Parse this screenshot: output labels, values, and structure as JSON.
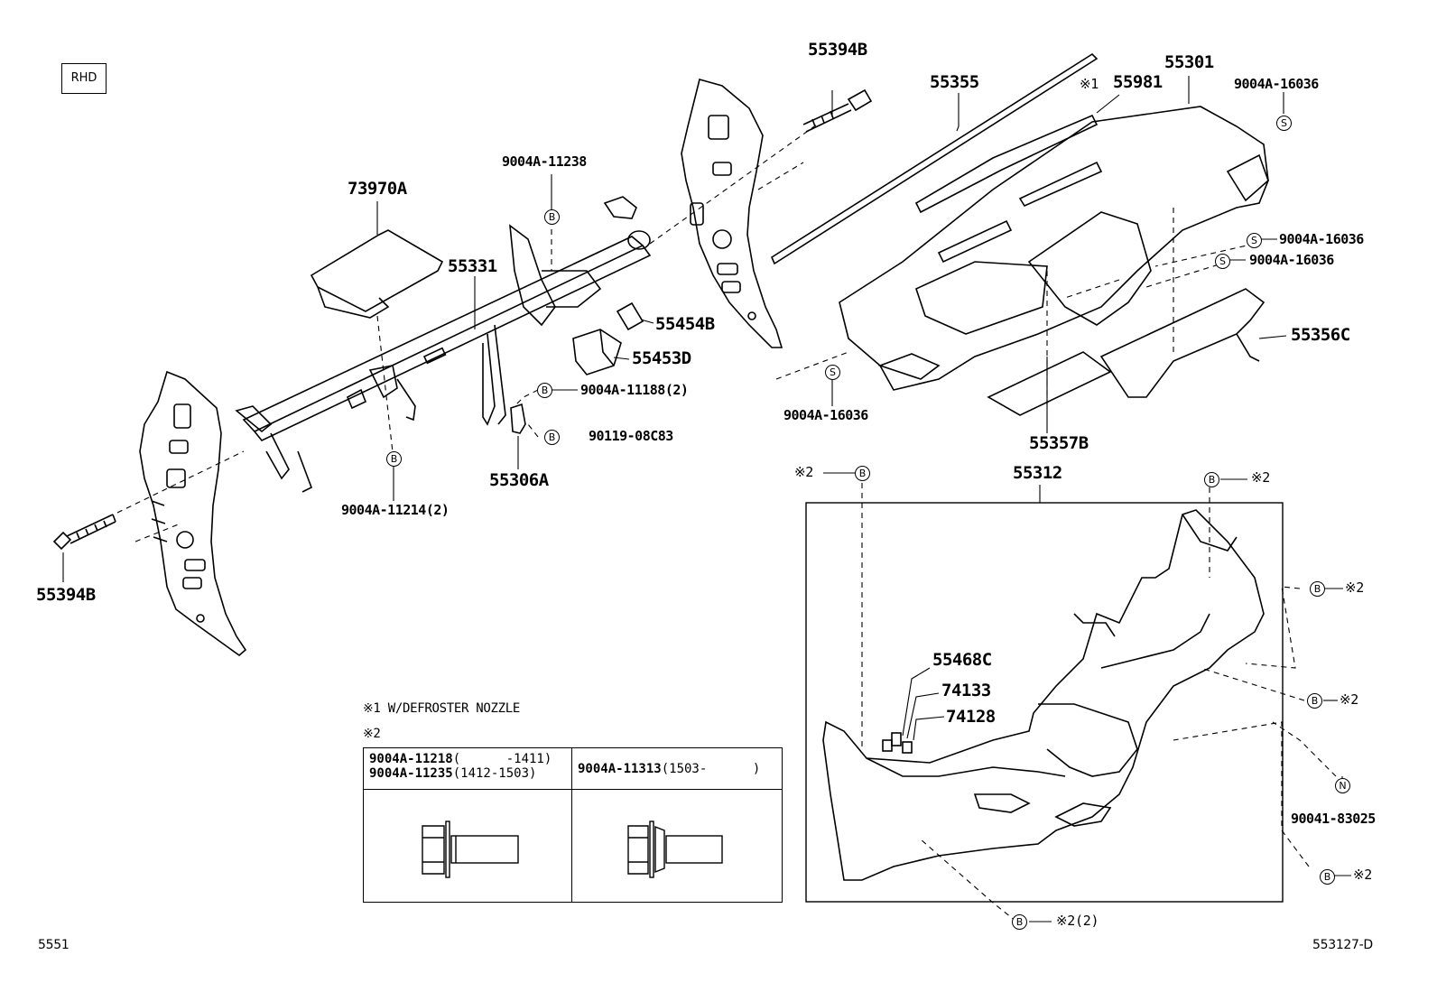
{
  "badge": "RHD",
  "footer": {
    "left_code": "5551",
    "right_code": "553127-D"
  },
  "notes": {
    "note1": "※1 W/DEFROSTER NOZZLE",
    "note2": "※2",
    "table": {
      "left_row1_part": "9004A-11218",
      "left_row1_range": "(      -1411)",
      "left_row2_part": "9004A-11235",
      "left_row2_range": "(1412-1503)",
      "right_part": "9004A-11313",
      "right_range": "(1503-      )"
    }
  },
  "labels": {
    "p55394B_top": "55394B",
    "p55355": "55355",
    "p55981_mark": "※1",
    "p55981": "55981",
    "p55301": "55301",
    "p9004A16036_tr": "9004A-16036",
    "p9004A11238": "9004A-11238",
    "p73970A": "73970A",
    "p55331": "55331",
    "p55454B": "55454B",
    "p55453D": "55453D",
    "p9004A11188": "9004A-11188(2)",
    "p90119": "90119-08C83",
    "p55306A": "55306A",
    "p9004A11214": "9004A-11214(2)",
    "p55394B_bottom": "55394B",
    "p9004A16036_r1": "9004A-16036",
    "p9004A16036_r2": "9004A-16036",
    "p55356C": "55356C",
    "p9004A16036_bl": "9004A-16036",
    "p55357B": "55357B",
    "p55312": "55312",
    "mark2_left": "※2",
    "mark2_topright": "※2",
    "mark2_right1": "※2",
    "mark2_right2": "※2",
    "mark2_right3": "※2",
    "mark2_bottom": "※2(2)",
    "p55468C": "55468C",
    "p74133": "74133",
    "p74128": "74128",
    "p90041": "90041-83025"
  },
  "symbols": {
    "bolt": "B",
    "screw": "S",
    "nut": "N"
  }
}
